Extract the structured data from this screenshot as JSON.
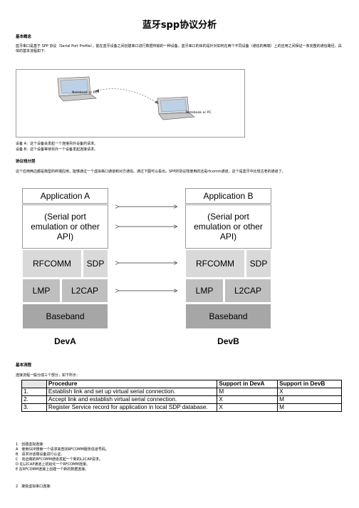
{
  "doc": {
    "title": "蓝牙spp协议分析",
    "sec1_heading": "基本概念",
    "sec1_para": "蓝牙串口是基于 SPP 协议（Serial Port Profile），能在蓝牙设备之间创建串口进行数据传输的一种设备。蓝牙串口的目的是针对如何在两个不同设备（通信的两端）上的应用之间保证一条完整的通信路径。具体的基本流程如下:",
    "fig1": {
      "label_a": "Notebook or PC",
      "label_b": "Notebook or PC"
    },
    "device_a": "设备 A：这个设备会发起一个连接另外设备的请求。",
    "device_b": "设备 B：这个设备等待另外一个设备发起连接请求。",
    "sec2_heading": "协议栈分层",
    "sec2_para": "这个应用两边都是典型的终端应用，能够通过一个虚拟串口通道和对方通信。通过下图可以看出，SPP的协议栈使用的还是rfcomm通道，这个是蓝牙中比较古老的通道了。",
    "stack": {
      "app_a": "Application A",
      "app_b": "Application B",
      "serial": [
        "(Serial port",
        "emulation or other",
        "API)"
      ],
      "rfcomm": "RFCOMM",
      "sdp": "SDP",
      "lmp": "LMP",
      "l2cap": "L2CAP",
      "baseband": "Baseband",
      "dev_a": "DevA",
      "dev_b": "DevB"
    },
    "sec3_heading": "基本流程",
    "sec3_para": "连接流程一般分成三个部分，如下所示：",
    "table": {
      "headers": [
        "",
        "Procedure",
        "Support in DevA",
        "Support in DevB"
      ],
      "rows": [
        [
          "1.",
          "Establish link and set up virtual serial connection.",
          "M",
          "X"
        ],
        [
          "2.",
          "Accept link and establish virtual serial connection.",
          "X",
          "M"
        ],
        [
          "3.",
          "Register Service record for application in local SDP database.",
          "X",
          "M"
        ]
      ]
    },
    "steps": [
      "1　创建虚拟连接:",
      "A　使用SDP搜索一个请求来查找RFCOMM服务信道号码。",
      "B　请求对话端设备进行认证。",
      "C　向远端的RFCOMM通道发起一个新的L2CAP请求。",
      "D 在L2CAP通道上初始化一个RFCOMM连接。",
      "E 在RFCOMM连接上创建一个新的数据连接。"
    ],
    "step2": "2　接受虚拟串口连接:"
  }
}
